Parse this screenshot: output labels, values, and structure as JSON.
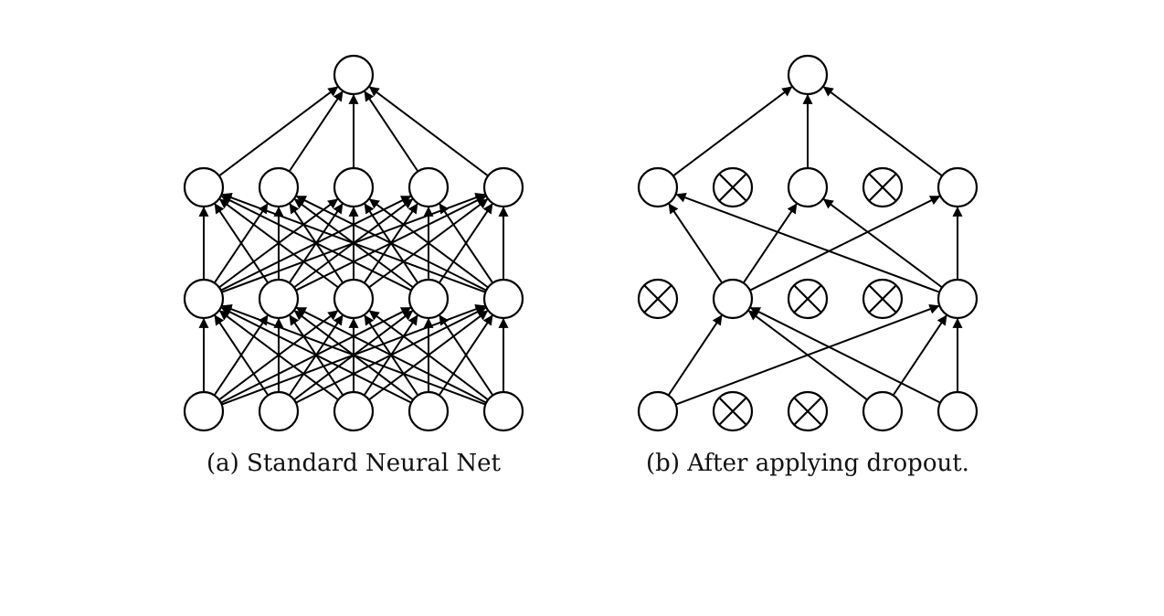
{
  "panels": [
    {
      "id": "a",
      "caption": "(a) Standard Neural Net",
      "layers": [
        [
          true,
          true,
          true,
          true,
          true
        ],
        [
          true,
          true,
          true,
          true,
          true
        ],
        [
          true,
          true,
          true,
          true,
          true
        ],
        [
          true
        ]
      ]
    },
    {
      "id": "b",
      "caption": "(b) After applying dropout.",
      "layers": [
        [
          true,
          false,
          false,
          true,
          true
        ],
        [
          false,
          true,
          false,
          false,
          true
        ],
        [
          true,
          false,
          true,
          false,
          true
        ],
        [
          true
        ]
      ]
    }
  ],
  "colors": {
    "stroke": "#000000",
    "background": "#ffffff"
  },
  "icons": {
    "active_unit": "circle-node-icon",
    "dropped_unit": "crossed-circle-icon",
    "connection": "arrow-icon"
  }
}
